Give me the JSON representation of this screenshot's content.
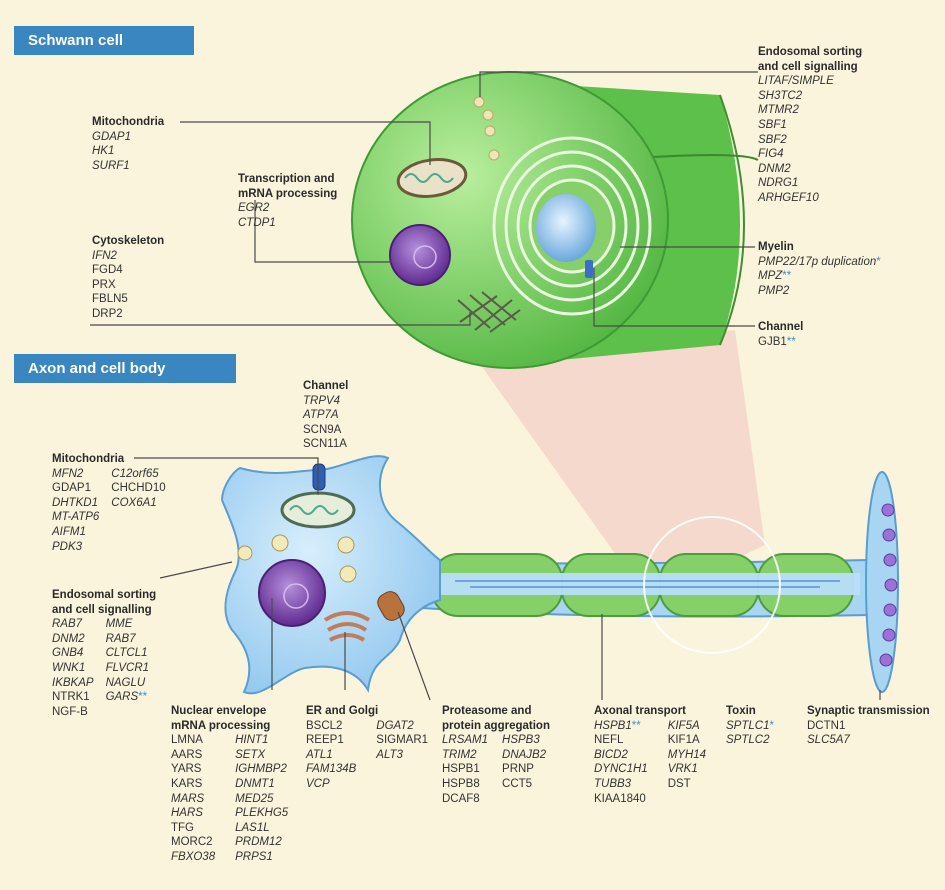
{
  "sections": {
    "schwann": "Schwann cell",
    "axon": "Axon and cell body"
  },
  "schwann_groups": {
    "mito": {
      "title": "Mitochondria",
      "genes": [
        "GDAP1",
        "HK1",
        "SURF1"
      ]
    },
    "transcription": {
      "title_line1": "Transcription and",
      "title_line2": "mRNA processing",
      "genes": [
        "EGR2",
        "CTDP1"
      ]
    },
    "cytoskeleton": {
      "title": "Cytoskeleton",
      "genes": [
        "IFN2",
        "FGD4",
        "PRX",
        "FBLN5",
        "DRP2"
      ]
    },
    "endosomal": {
      "title_line1": "Endosomal sorting",
      "title_line2": "and cell signalling",
      "genes": [
        "LITAF/SIMPLE",
        "SH3TC2",
        "MTMR2",
        "SBF1",
        "SBF2",
        "FIG4",
        "DNM2",
        "NDRG1",
        "ARHGEF10"
      ]
    },
    "myelin": {
      "title": "Myelin",
      "genes": [
        "PMP22/17p duplication",
        "MPZ",
        "PMP2"
      ],
      "star1": "*",
      "star2": "**"
    },
    "channel": {
      "title": "Channel",
      "gene": "GJB1",
      "star": "**"
    }
  },
  "axon_groups": {
    "channel": {
      "title": "Channel",
      "genes": [
        "TRPV4",
        "ATP7A",
        "SCN9A",
        "SCN11A"
      ]
    },
    "mito": {
      "title": "Mitochondria",
      "col1": [
        "MFN2",
        "GDAP1",
        "DHTKD1",
        "MT-ATP6",
        "AIFM1",
        "PDK3"
      ],
      "col2": [
        "C12orf65",
        "CHCHD10",
        "COX6A1"
      ]
    },
    "endosomal": {
      "title_line1": "Endosomal sorting",
      "title_line2": "and cell signalling",
      "col1": [
        "RAB7",
        "DNM2",
        "GNB4",
        "WNK1",
        "IKBKAP",
        "NTRK1",
        "NGF-B"
      ],
      "col2": [
        "MME",
        "RAB7",
        "CLTCL1",
        "FLVCR1",
        "NAGLU",
        "GARS"
      ],
      "gars_star": "**"
    },
    "nuclear": {
      "title_line1": "Nuclear envelope",
      "title_line2": "mRNA processing",
      "col1": [
        "LMNA",
        "AARS",
        "YARS",
        "KARS",
        "MARS",
        "HARS",
        "TFG",
        "MORC2",
        "FBXO38"
      ],
      "col2": [
        "HINT1",
        "SETX",
        "IGHMBP2",
        "DNMT1",
        "MED25",
        "PLEKHG5",
        "LAS1L",
        "PRDM12",
        "PRPS1"
      ]
    },
    "er": {
      "title": "ER and Golgi",
      "col1": [
        "BSCL2",
        "REEP1",
        "ATL1",
        "FAM134B",
        "VCP"
      ],
      "col2": [
        "DGAT2",
        "SIGMAR1",
        "ALT3"
      ]
    },
    "proteasome": {
      "title_line1": "Proteasome and",
      "title_line2": "protein aggregation",
      "col1": [
        "LRSAM1",
        "TRIM2",
        "HSPB1",
        "HSPB8",
        "DCAF8"
      ],
      "col2": [
        "HSPB3",
        "DNAJB2",
        "PRNP",
        "CCT5"
      ]
    },
    "axonal": {
      "title": "Axonal transport",
      "col1": [
        "HSPB1",
        "NEFL",
        "BICD2",
        "DYNC1H1",
        "TUBB3",
        "KIAA1840"
      ],
      "col2": [
        "KIF5A",
        "KIF1A",
        "MYH14",
        "VRK1",
        "DST"
      ],
      "hspb1_star": "**"
    },
    "toxin": {
      "title": "Toxin",
      "genes": [
        "SPTLC1",
        "SPTLC2"
      ],
      "star": "*"
    },
    "synaptic": {
      "title": "Synaptic transmission",
      "genes": [
        "DCTN1",
        "SLC5A7"
      ]
    }
  },
  "colors": {
    "banner": "#3a86c0",
    "background": "#fbf4dc",
    "schwann_green": "#7fd36a",
    "axon_blue": "#a9d6f3",
    "myelin_green": "#8fd66f",
    "nucleus_purple": "#8a4fb8",
    "star_blue": "#3b8fd0"
  }
}
